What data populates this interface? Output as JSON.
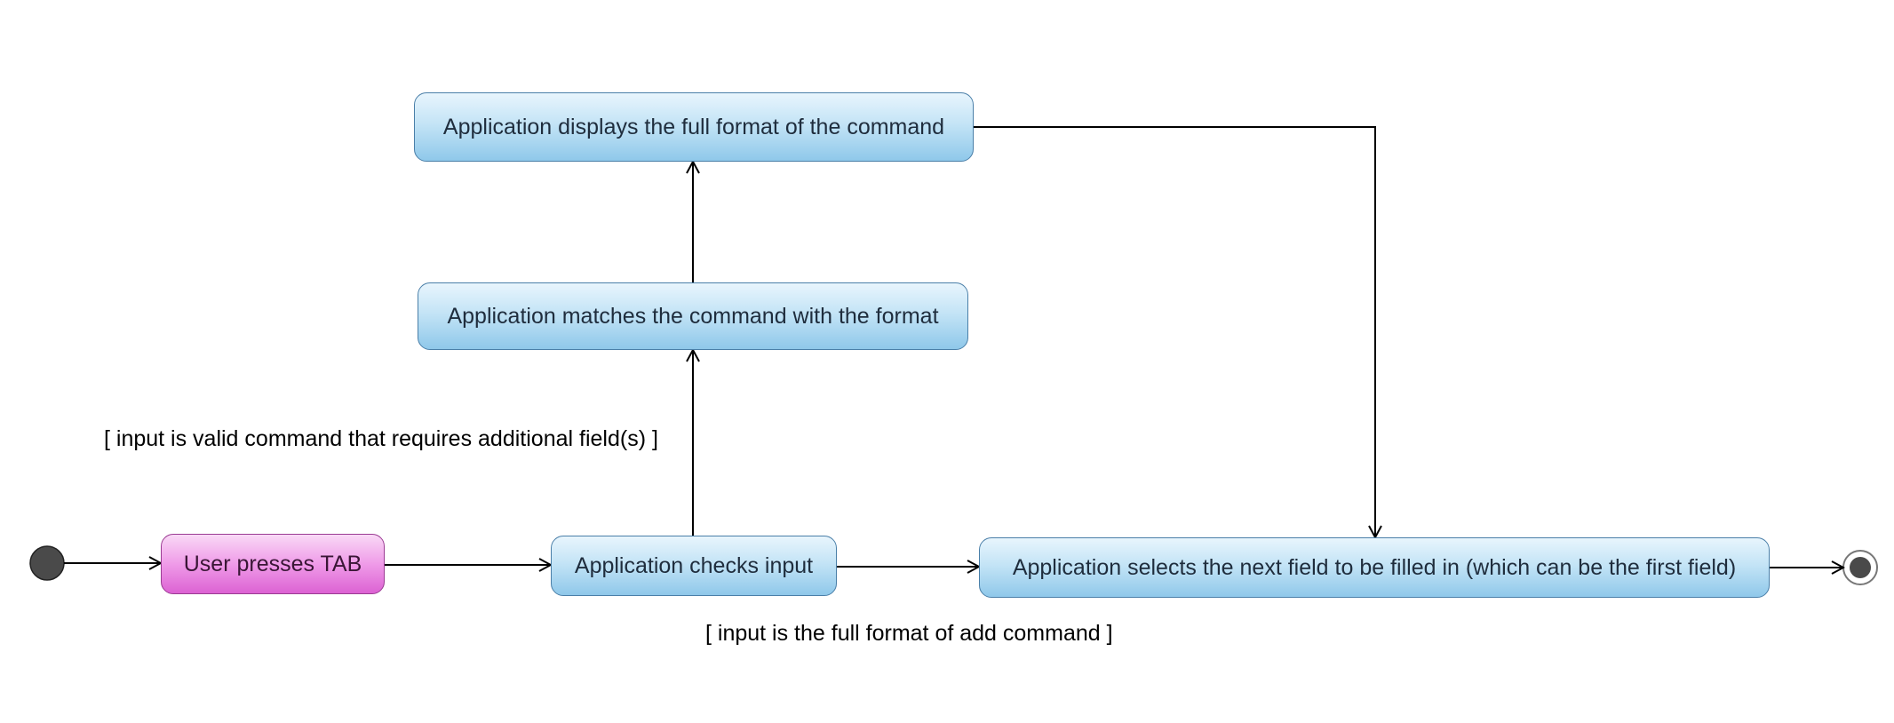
{
  "diagram": {
    "nodes": {
      "display_format": "Application displays the full format of the command",
      "match_format": "Application matches the command with the format",
      "user_tab": "User presses TAB",
      "check_input": "Application checks input",
      "select_field": "Application selects the next field to be filled in (which can be the first field)"
    },
    "guards": {
      "valid_requires_fields": "[ input is valid command that requires additional field(s) ]",
      "full_format_add": "[ input is the full format of add command ]"
    },
    "colors": {
      "action_fill": "#c4e4f6",
      "action_border": "#4a7fa8",
      "user_action_fill": "#ef9be8",
      "user_action_border": "#9b3b93",
      "start_node": "#4a4a4a",
      "edge": "#000000"
    }
  }
}
